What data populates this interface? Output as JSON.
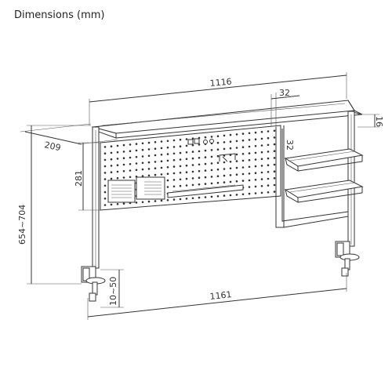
{
  "title": "Dimensions (mm)",
  "dimensions": {
    "width_top": "1116",
    "depth": "209",
    "shelf_offset": "32",
    "bracket_height": "16",
    "panel_offset": "32",
    "panel_height": "281",
    "total_height": "654~704",
    "clamp_range": "10~50",
    "width_bottom": "1161"
  }
}
